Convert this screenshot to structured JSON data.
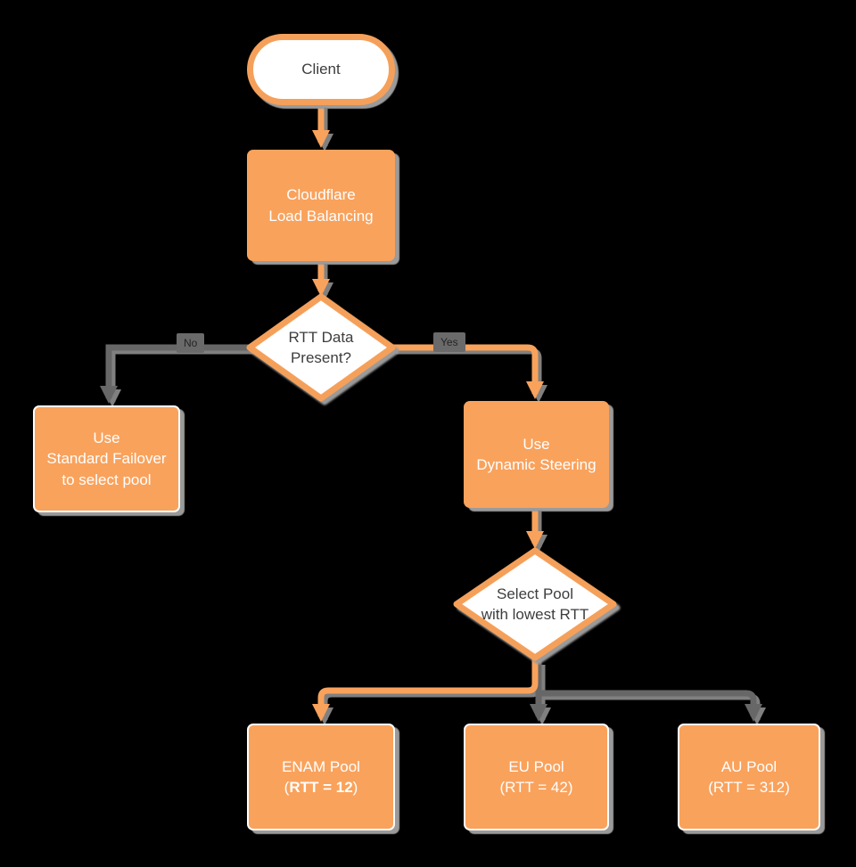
{
  "colors": {
    "bg": "#000000",
    "orange": "#F9A25C",
    "orange-stroke": "#F5A05A",
    "edge-gray": "#676767",
    "shadow-gray": "#9a9a9a",
    "label-bg": "#6a6a6a",
    "label-text": "#242424",
    "dark-text": "#3d3d3d"
  },
  "diagram": {
    "nodes": {
      "client": {
        "label": "Client"
      },
      "cloudflare": {
        "line1": "Cloudflare",
        "line2": "Load Balancing"
      },
      "rtt_check": {
        "line1": "RTT Data",
        "line2": "Present?"
      },
      "failover": {
        "line1": "Use",
        "line2": "Standard Failover",
        "line3": "to select pool"
      },
      "dynamic": {
        "line1": "Use",
        "line2": "Dynamic Steering"
      },
      "select_pool": {
        "line1": "Select Pool",
        "line2": "with lowest RTT"
      },
      "enam": {
        "line1": "ENAM Pool",
        "paren_open": "(",
        "rtt_bold": "RTT = 12",
        "paren_close": ")"
      },
      "eu": {
        "line1": "EU Pool",
        "line2": "(RTT = 42)"
      },
      "au": {
        "line1": "AU Pool",
        "line2": "(RTT = 312)"
      }
    },
    "edge_labels": {
      "no": "No",
      "yes": "Yes"
    }
  }
}
